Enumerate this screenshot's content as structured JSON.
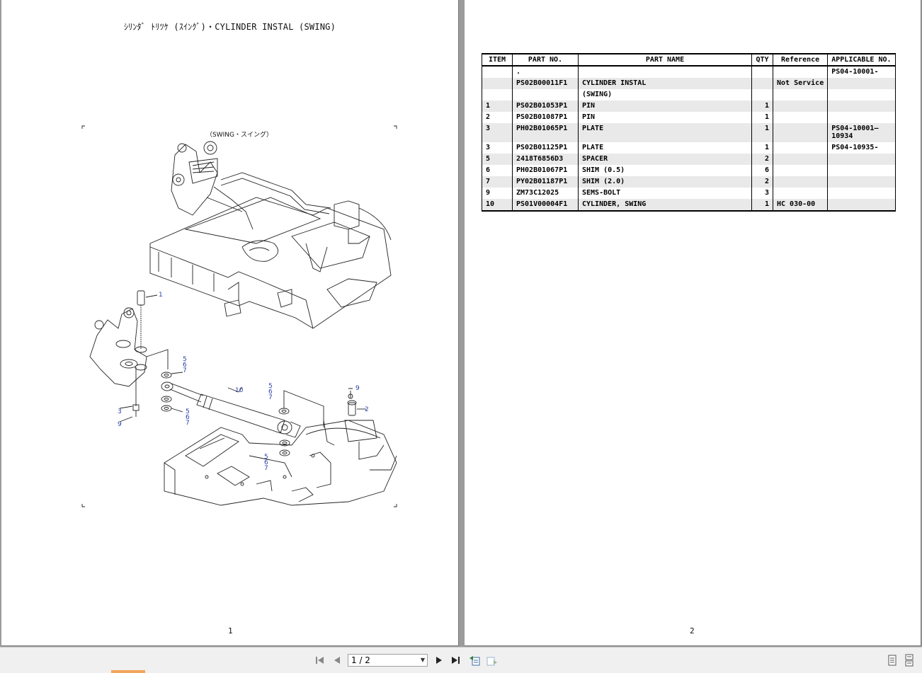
{
  "page1": {
    "title": "ｼﾘﾝﾀﾞ ﾄﾘﾂｹ (ｽｲﾝｸﾞ)・CYLINDER INSTAL (SWING)",
    "caption": "（SWING・スイング）",
    "page_number": "1",
    "callouts": [
      "1",
      "5",
      "6",
      "7",
      "3",
      "9",
      "10",
      "5",
      "6",
      "7",
      "5",
      "6",
      "7",
      "9",
      "2",
      "5",
      "6",
      "7"
    ]
  },
  "page2": {
    "page_number": "2",
    "table": {
      "headers": [
        "ITEM",
        "PART NO.",
        "PART NAME",
        "QTY",
        "Reference",
        "APPLICABLE NO."
      ],
      "rows": [
        {
          "item": "",
          "part_no": ".",
          "name": "",
          "qty": "",
          "ref": "",
          "applicable": "PS04-10001-"
        },
        {
          "item": "",
          "part_no": "PS02B00011F1",
          "name": "CYLINDER INSTAL",
          "qty": "",
          "ref": "Not Service",
          "applicable": ""
        },
        {
          "item": "",
          "part_no": "",
          "name": "(SWING)",
          "qty": "",
          "ref": "",
          "applicable": ""
        },
        {
          "item": "1",
          "part_no": "PS02B01053P1",
          "name": "PIN",
          "qty": "1",
          "ref": "",
          "applicable": ""
        },
        {
          "item": "2",
          "part_no": "PS02B01087P1",
          "name": "PIN",
          "qty": "1",
          "ref": "",
          "applicable": ""
        },
        {
          "item": "3",
          "part_no": "PH02B01065P1",
          "name": "PLATE",
          "qty": "1",
          "ref": "",
          "applicable": "PS04-10001—",
          "applicable2": "10934"
        },
        {
          "item": "3",
          "part_no": "PS02B01125P1",
          "name": "PLATE",
          "qty": "1",
          "ref": "",
          "applicable": "PS04-10935-"
        },
        {
          "item": "5",
          "part_no": "2418T6856D3",
          "name": "SPACER",
          "qty": "2",
          "ref": "",
          "applicable": ""
        },
        {
          "item": "6",
          "part_no": "PH02B01067P1",
          "name": "SHIM (0.5)",
          "qty": "6",
          "ref": "",
          "applicable": ""
        },
        {
          "item": "7",
          "part_no": "PY02B01187P1",
          "name": "SHIM (2.0)",
          "qty": "2",
          "ref": "",
          "applicable": ""
        },
        {
          "item": "9",
          "part_no": "ZM73C12025",
          "name": "SEMS-BOLT",
          "qty": "3",
          "ref": "",
          "applicable": ""
        },
        {
          "item": "10",
          "part_no": "PS01V00004F1",
          "name": "CYLINDER, SWING",
          "qty": "1",
          "ref": "HC 030-00",
          "applicable": ""
        }
      ]
    }
  },
  "toolbar": {
    "page_indicator": "1 / 2"
  }
}
